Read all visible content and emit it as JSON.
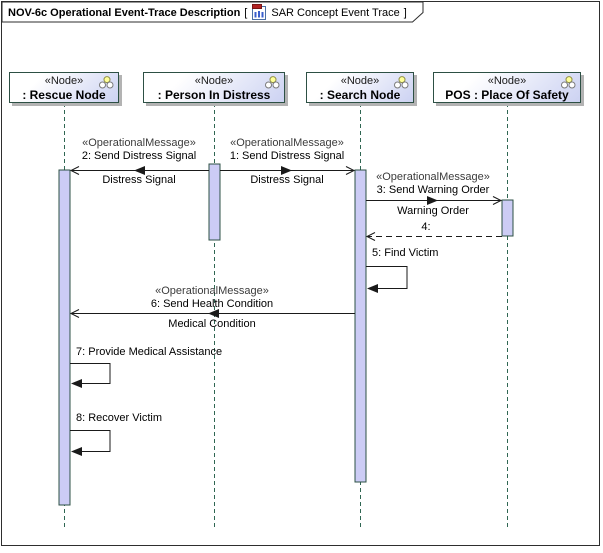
{
  "frame": {
    "title": "NOV-6c Operational Event-Trace Description",
    "bracket_open": "[",
    "bracket_close": "]",
    "diagram_name": "SAR Concept Event Trace"
  },
  "lifelines": [
    {
      "stereotype": "«Node»",
      "name": ": Rescue Node"
    },
    {
      "stereotype": "«Node»",
      "name": ": Person In Distress"
    },
    {
      "stereotype": "«Node»",
      "name": ": Search Node"
    },
    {
      "stereotype": "«Node»",
      "name": "POS : Place Of Safety"
    }
  ],
  "messages": {
    "m1": {
      "stereotype": "«OperationalMessage»",
      "label": "1: Send Distress Signal",
      "conveyed": "Distress Signal"
    },
    "m2": {
      "stereotype": "«OperationalMessage»",
      "label": "2: Send Distress Signal",
      "conveyed": "Distress Signal"
    },
    "m3": {
      "stereotype": "«OperationalMessage»",
      "label": "3: Send Warning Order",
      "conveyed": "Warning Order"
    },
    "m4": {
      "label": "4:"
    },
    "m5": {
      "label": "5: Find Victim"
    },
    "m6": {
      "stereotype": "«OperationalMessage»",
      "label": "6: Send Health Condition",
      "conveyed": "Medical Condition"
    },
    "m7": {
      "label": "7: Provide Medical Assistance"
    },
    "m8": {
      "label": "8: Recover Victim"
    }
  },
  "colors": {
    "frame_border": "#2e2e2e",
    "element_border": "#2d5044",
    "lifeline_dash": "#2f6652",
    "activation_fill": "#ccccf5",
    "header_gradient_start": "#ffffff",
    "header_gradient_end": "#ccd2f2",
    "shadow": "#b3b3b3",
    "message_line": "#1a1a1a",
    "node_icon_yellow": "#ffff99",
    "title_icon_red": "#b22222",
    "title_icon_blue": "#3a5fcd"
  }
}
